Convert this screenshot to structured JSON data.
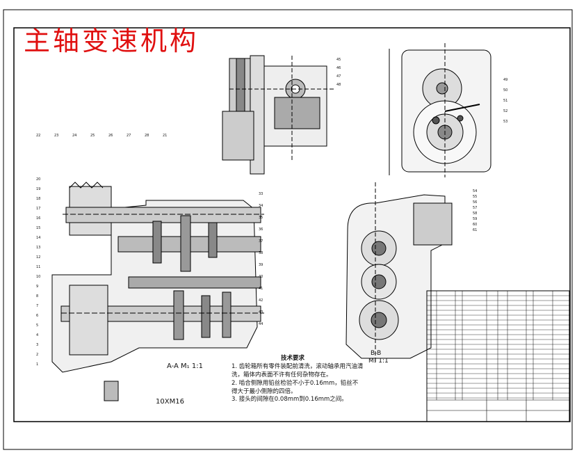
{
  "title": "主轴变速机构",
  "views": {
    "aa_label": "A-A M₁ 1:1",
    "bb_label_1": "B-B",
    "bb_label_2": "M₁ 1:1",
    "bolt_label": "10XM16"
  },
  "notes": {
    "heading": "技术要求",
    "items": [
      "1. 齿轮箱所有零件装配前清洗，滚动轴承用汽油清洗，箱体内表面不许有任何杂物存在。",
      "2. 啮合侧隙用铅丝检验不小于0.16mm，铅丝不得大于最小侧隙的四倍。",
      "3. 接头的间隙在0.08mm到0.16mm之间。"
    ]
  },
  "callouts_left": [
    "22",
    "23",
    "24",
    "25",
    "26",
    "27",
    "28",
    "21",
    "20",
    "19",
    "18",
    "17",
    "16",
    "15",
    "14",
    "13",
    "12",
    "11",
    "10",
    "9",
    "8",
    "7",
    "6",
    "5",
    "4",
    "3",
    "2",
    "1"
  ],
  "callouts_right": [
    "33",
    "34",
    "35",
    "36",
    "37",
    "38",
    "39",
    "40",
    "41",
    "42",
    "43",
    "44"
  ],
  "callouts_top": [
    "45",
    "46",
    "47",
    "48"
  ],
  "callouts_topright": [
    "49",
    "50",
    "51",
    "52",
    "53"
  ],
  "callouts_bb": [
    "54",
    "55",
    "56",
    "57",
    "58",
    "59",
    "60",
    "61"
  ],
  "colors": {
    "title": "#e01010",
    "line": "#000000"
  }
}
